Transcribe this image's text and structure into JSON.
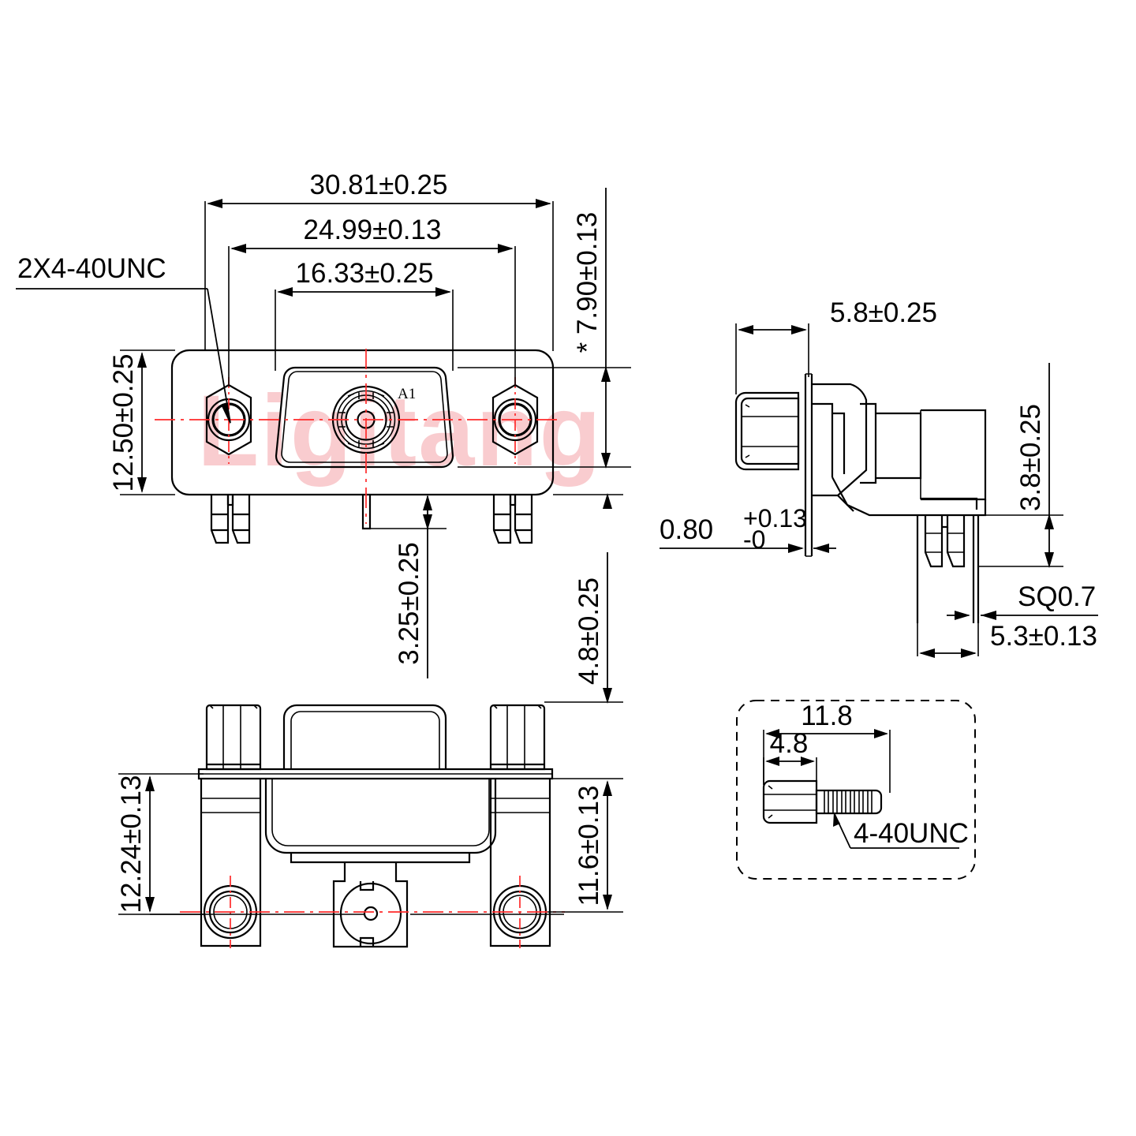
{
  "drawing": {
    "type": "mechanical-engineering-drawing",
    "subject": "D-SUB coaxial mixed-layout connector, right-angle PCB mount",
    "watermark_text": "Ligitang",
    "line_color": "#000000",
    "centerline_color": "#ff2a2a",
    "watermark_color": "#f7b9bd",
    "background": "#ffffff"
  },
  "front_view": {
    "name": "front-view",
    "pin_label": "A1",
    "callout": "2X4-40UNC",
    "dimensions": {
      "overall_width": "30.81±0.25",
      "mount_hole_pitch": "24.99±0.13",
      "shell_width": "16.33±0.25",
      "flange_height": "12.50±0.25",
      "pin_protrusion": "3.25±0.25",
      "shell_height": "* 7.90±0.13",
      "board_standoff": "4.8±0.25"
    }
  },
  "side_view": {
    "name": "side-view",
    "dimensions": {
      "body_depth": "5.8±0.25",
      "panel_thickness": "0.80",
      "panel_thickness_tol_plus": "+0.13",
      "panel_thickness_tol_minus": "-0",
      "pin_height": "3.8±0.25",
      "pin_spacing": "5.3±0.13",
      "pin_section": "SQ0.7"
    }
  },
  "bottom_view": {
    "name": "bottom-view",
    "dimensions": {
      "screw_length_overall": "12.24±0.13",
      "screw_body_length": "11.6±0.13"
    }
  },
  "screw_detail": {
    "name": "jackscrew-detail",
    "dimensions": {
      "total_length": "11.8",
      "hex_head_length": "4.8",
      "thread_callout": "4-40UNC"
    }
  }
}
